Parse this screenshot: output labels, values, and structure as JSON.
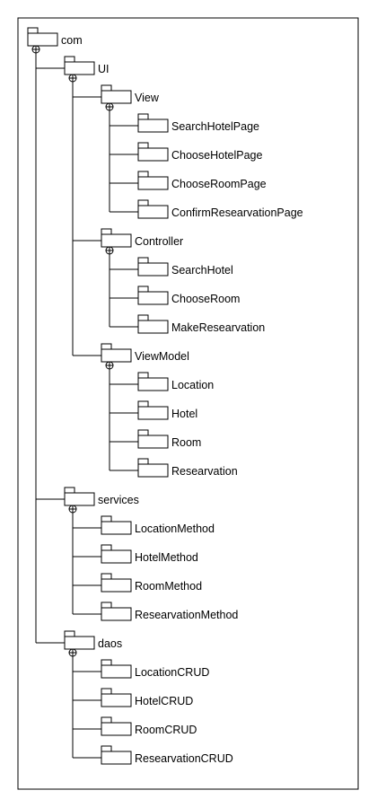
{
  "diagram": {
    "type": "uml-package-containment-tree",
    "colors": {
      "line": "#000000",
      "background": "#ffffff"
    },
    "root": {
      "name": "com",
      "children": [
        {
          "name": "UI",
          "children": [
            {
              "name": "View",
              "children": [
                {
                  "name": "SearchHotelPage"
                },
                {
                  "name": "ChooseHotelPage"
                },
                {
                  "name": "ChooseRoomPage"
                },
                {
                  "name": "ConfirmResearvationPage"
                }
              ]
            },
            {
              "name": "Controller",
              "children": [
                {
                  "name": "SearchHotel"
                },
                {
                  "name": "ChooseRoom"
                },
                {
                  "name": "MakeResearvation"
                }
              ]
            },
            {
              "name": "ViewModel",
              "children": [
                {
                  "name": "Location"
                },
                {
                  "name": "Hotel"
                },
                {
                  "name": "Room"
                },
                {
                  "name": "Researvation"
                }
              ]
            }
          ]
        },
        {
          "name": "services",
          "children": [
            {
              "name": "LocationMethod"
            },
            {
              "name": "HotelMethod"
            },
            {
              "name": "RoomMethod"
            },
            {
              "name": "ResearvationMethod"
            }
          ]
        },
        {
          "name": "daos",
          "children": [
            {
              "name": "LocationCRUD"
            },
            {
              "name": "HotelCRUD"
            },
            {
              "name": "RoomCRUD"
            },
            {
              "name": "ResearvationCRUD"
            }
          ]
        }
      ]
    }
  }
}
